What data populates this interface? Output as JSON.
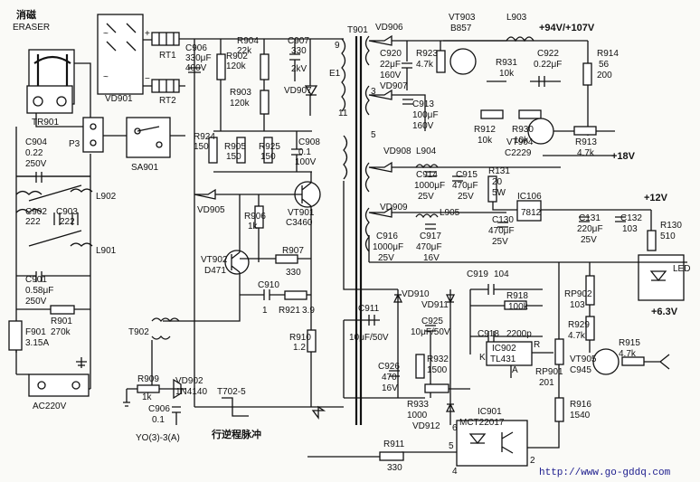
{
  "labels": {
    "eraser_cn": "消磁",
    "eraser": "ERASER",
    "tr901": "TR901",
    "vd901": "VD901",
    "p3": "P3",
    "sa901": "SA901",
    "rt1": "RT1",
    "rt2": "RT2",
    "c904": "C904",
    "c904v": "0.22",
    "c904u": "250V",
    "c902": "C902",
    "c902v": "222",
    "c903": "C903",
    "c903v": "222",
    "l902": "L902",
    "l901": "L901",
    "c901": "C901",
    "c901v": "0.58μF",
    "c901u": "250V",
    "r901": "R901",
    "r901v": "270k",
    "f901": "F901",
    "f901v": "3.15A",
    "ac": "AC220V",
    "c906": "C906",
    "c906v": "330μF",
    "c906u": "400V",
    "r902": "R902",
    "r902v": "120k",
    "r904": "R904",
    "r904v": "22k",
    "c907": "C907",
    "c907v": "330",
    "c907u": "2kV",
    "r903": "R903",
    "r903v": "120k",
    "vd907a": "VD907",
    "r924": "R924",
    "r924v": "150",
    "r905": "R905",
    "r905v": "150",
    "r925": "R925",
    "r925v": "150",
    "c908": "C908",
    "c908v": "0.1",
    "c908u": "100V",
    "vd905": "VD905",
    "r906": "R906",
    "r906v": "1k",
    "vt901": "VT901",
    "vt901t": "C3460",
    "vt902": "VT902",
    "vt902t": "D471",
    "r907": "R907",
    "r907v": "330",
    "c910": "C910",
    "c910v": "1",
    "r921": "R921",
    "r921v": "3.9",
    "r910": "R910",
    "r910v": "1.2",
    "t902": "T902",
    "r909": "R909",
    "r909v": "1k",
    "vd902": "VD902",
    "vd902t": "1N4140",
    "c906b": "C906",
    "c906bv": "0.1",
    "t702": "T702-5",
    "yo": "YO(3)-3(A)",
    "flyback_cn": "行逆程脉冲",
    "t901": "T901",
    "e1": "E1",
    "n9": "9",
    "n11": "11",
    "n3": "3",
    "n5": "5",
    "vd906": "VD906",
    "c920": "C920",
    "c920v": "22μF",
    "c920u": "160V",
    "r923": "R923",
    "r923v": "4.7k",
    "vt903": "VT903",
    "vt903t": "B857",
    "l903": "L903",
    "out1": "+94V/+107V",
    "r931": "R931",
    "r931v": "10k",
    "c922": "C922",
    "c922v": "0.22μF",
    "r914": "R914",
    "r914v": "56",
    "r914u": "200",
    "vd907b": "VD907",
    "c913": "C913",
    "c913v": "100μF",
    "c913u": "160V",
    "r912": "R912",
    "r912v": "10k",
    "r930": "R930",
    "r930v": "10k",
    "vt904": "VT904",
    "vt904t": "C2229",
    "r913": "R913",
    "r913v": "4.7k",
    "out2": "+18V",
    "vd908": "VD908",
    "l904": "L904",
    "c914": "C914",
    "c914v": "1000μF",
    "c914u": "25V",
    "c915": "C915",
    "c915v": "470μF",
    "c915u": "25V",
    "r131": "R131",
    "r131v": "20",
    "r131u": "5W",
    "ic106": "IC106",
    "ic106t": "7812",
    "out3": "+12V",
    "vd909": "VD909",
    "l905": "L905",
    "c916": "C916",
    "c916v": "1000μF",
    "c916u": "25V",
    "c917": "C917",
    "c917v": "470μF",
    "c917u": "16V",
    "c130": "C130",
    "c130v": "470μF",
    "c130u": "25V",
    "c131": "C131",
    "c131v": "220μF",
    "c131u": "25V",
    "c132": "C132",
    "c132v": "103",
    "r130": "R130",
    "r130v": "510",
    "led": "LED",
    "out4": "+6.3V",
    "c919": "C919",
    "c919v": "104",
    "r918": "R918",
    "r918v": "100k",
    "rp902": "RP902",
    "rp902v": "103",
    "r929": "R929",
    "r929v": "4.7k",
    "c918": "C918",
    "c918v": "2200p",
    "ic902": "IC902",
    "ic902t": "TL431",
    "pinR": "R",
    "pinK": "K",
    "pinA": "A",
    "vt905": "VT905",
    "vt905t": "C945",
    "r915": "R915",
    "r915v": "4.7k",
    "rp901": "RP901",
    "rp901v": "201",
    "r916": "R916",
    "r916v": "1540",
    "vd910": "VD910",
    "vd911": "VD911",
    "c911": "C911",
    "c911v": "10μF/50V",
    "c925": "C925",
    "c925v": "10μF/50V",
    "c926": "C926",
    "c926v": "470",
    "c926u": "16V",
    "r932": "R932",
    "r932v": "1500",
    "r933": "R933",
    "r933v": "1000",
    "ic901": "IC901",
    "ic901t": "MCT22017",
    "vd912": "VD912",
    "pin6": "6",
    "pin5": "5",
    "pin4": "4",
    "pin2": "2",
    "r911": "R911",
    "r911v": "330",
    "url": "http://www.go-gddq.com"
  }
}
